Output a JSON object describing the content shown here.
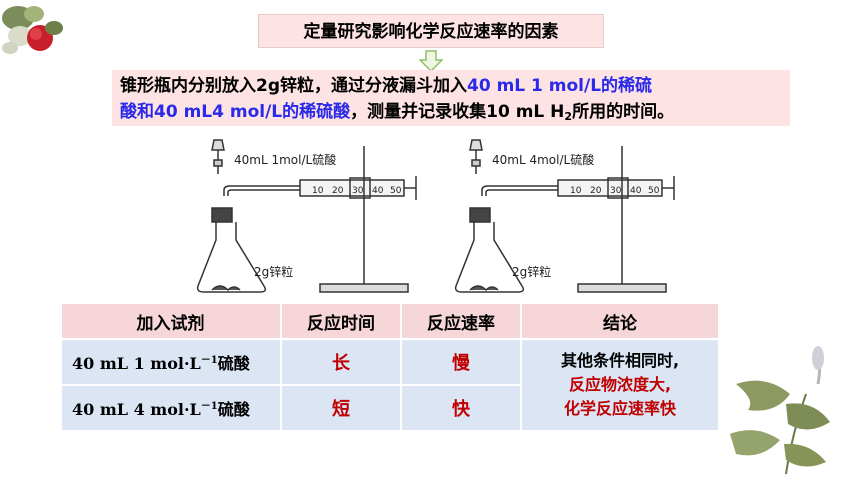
{
  "title": "定量研究影响化学反应速率的因素",
  "description": {
    "part1": "锥形瓶内分别放入2g锌粒，通过分液漏斗加入",
    "blue1": "40 mL 1 mol/L的稀硫",
    "blue2": "酸和40 mL4 mol/L的稀硫酸",
    "part2": "，测量并记录收集10 mL H",
    "h2_sub": "2",
    "part3": "所用的时间。"
  },
  "apparatus": {
    "left_acid_label": "40mL 1mol/L硫酸",
    "right_acid_label": "40mL 4mol/L硫酸",
    "zinc_label": "2g锌粒",
    "syringe_scale": [
      "10",
      "20",
      "30",
      "40",
      "50"
    ]
  },
  "table": {
    "headers": [
      "加入试剂",
      "反应时间",
      "反应速率",
      "结论"
    ],
    "rows": [
      {
        "reagent_prefix": "40 mL 1 mol·L",
        "reagent_sup": "－1",
        "reagent_suffix": "硫酸",
        "time": "长",
        "rate": "慢"
      },
      {
        "reagent_prefix": "40 mL 4 mol·L",
        "reagent_sup": "－1",
        "reagent_suffix": "硫酸",
        "time": "短",
        "rate": "快"
      }
    ],
    "conclusion": {
      "line1": "其他条件相同时,",
      "line2": "反应物浓度大,",
      "line3": "化学反应速率快"
    }
  },
  "colors": {
    "pink": "#fde3e4",
    "blue_text": "#2a2ae8",
    "red_text": "#c00000",
    "cell_blue": "#dbe5f4"
  },
  "decorations": [
    "flower-image",
    "plant-image"
  ]
}
